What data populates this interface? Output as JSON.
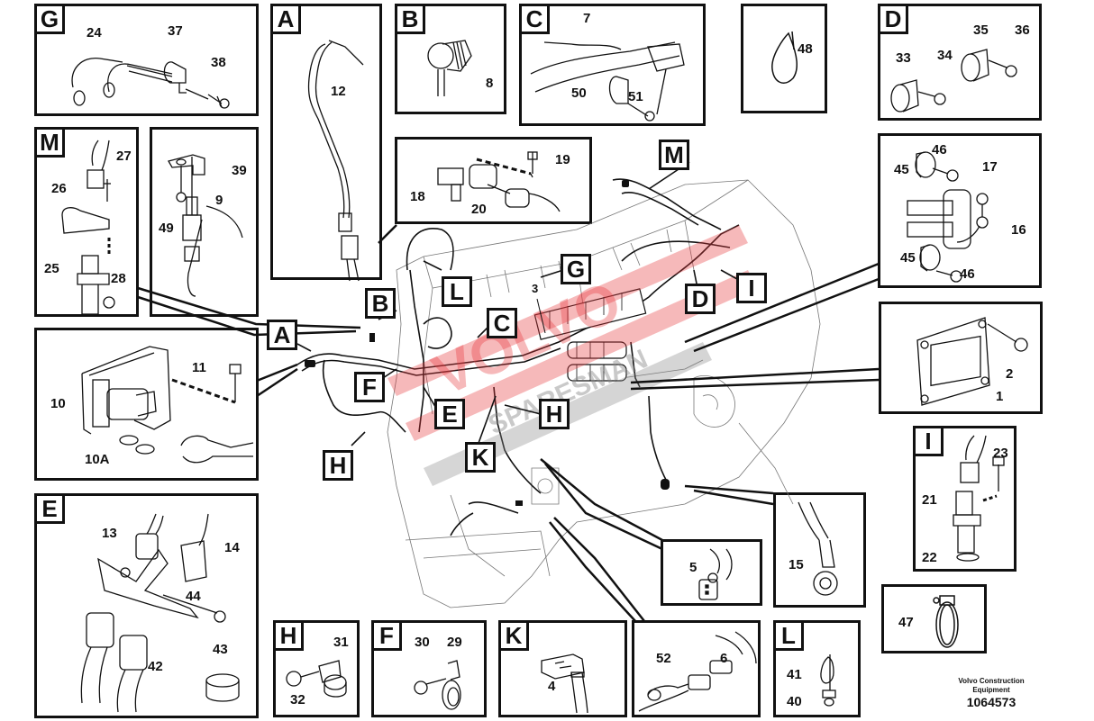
{
  "watermark": {
    "text_top": "VOLVO",
    "text_bottom": "SPARESMAN",
    "color": "#e8383d",
    "gray": "#8a8a8a"
  },
  "footer": {
    "line1": "Volvo Construction",
    "line2": "Equipment",
    "number": "1064573"
  },
  "main_callouts": {
    "A": "A",
    "B": "B",
    "C": "C",
    "D": "D",
    "E": "E",
    "F": "F",
    "G": "G",
    "H1": "H",
    "H2": "H",
    "I": "I",
    "K": "K",
    "L": "L",
    "M": "M",
    "part3": "3"
  },
  "panels": {
    "G": {
      "tag": "G",
      "parts": [
        "24",
        "37",
        "38"
      ]
    },
    "A": {
      "tag": "A",
      "parts": [
        "12"
      ]
    },
    "B": {
      "tag": "B",
      "parts": [
        "8"
      ]
    },
    "C": {
      "tag": "C",
      "parts": [
        "7",
        "50",
        "51"
      ]
    },
    "tie48": {
      "parts": [
        "48"
      ]
    },
    "D": {
      "tag": "D",
      "parts": [
        "33",
        "34",
        "35",
        "36"
      ]
    },
    "M": {
      "tag": "M",
      "parts": [
        "27",
        "26",
        "25",
        "28"
      ]
    },
    "sensor9": {
      "parts": [
        "39",
        "9",
        "49"
      ]
    },
    "map18": {
      "parts": [
        "19",
        "18",
        "20"
      ]
    },
    "clamp45": {
      "parts": [
        "46",
        "45",
        "17",
        "16",
        "45",
        "46"
      ]
    },
    "sensor10": {
      "parts": [
        "11",
        "10",
        "10A"
      ]
    },
    "ecu": {
      "parts": [
        "2",
        "1"
      ]
    },
    "I": {
      "tag": "I",
      "parts": [
        "23",
        "21",
        "22"
      ]
    },
    "E": {
      "tag": "E",
      "parts": [
        "13",
        "14",
        "44",
        "42",
        "43"
      ]
    },
    "conn5": {
      "parts": [
        "5"
      ]
    },
    "conn15": {
      "parts": [
        "15"
      ]
    },
    "clamp47": {
      "parts": [
        "47"
      ]
    },
    "H": {
      "tag": "H",
      "parts": [
        "31",
        "32"
      ]
    },
    "F": {
      "tag": "F",
      "parts": [
        "30",
        "29"
      ]
    },
    "K": {
      "tag": "K",
      "parts": [
        "4"
      ]
    },
    "conn52": {
      "parts": [
        "52",
        "6"
      ]
    },
    "L": {
      "tag": "L",
      "parts": [
        "41",
        "40"
      ]
    }
  }
}
